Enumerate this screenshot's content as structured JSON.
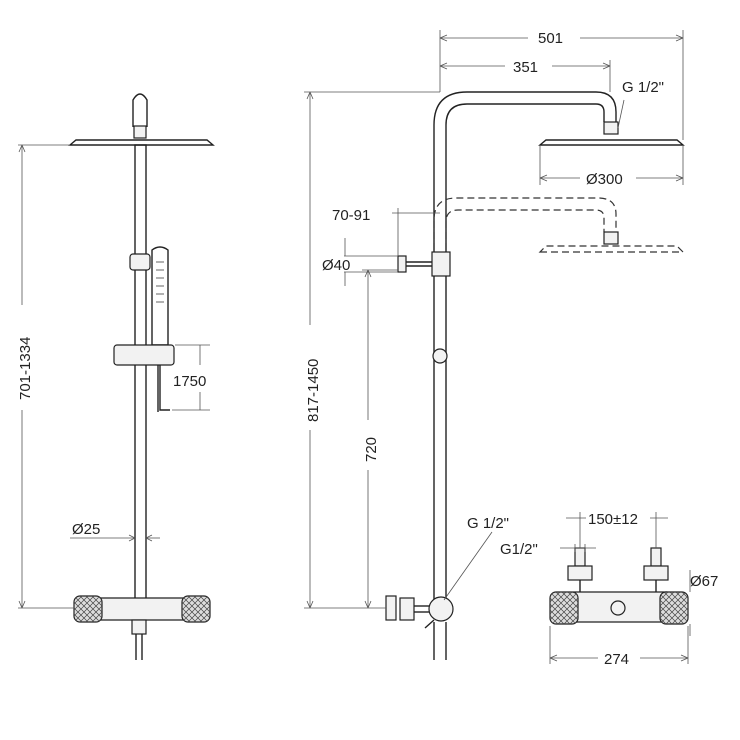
{
  "labels": {
    "height_range_front": "701-1334",
    "hand_shower_height": "1750",
    "pipe_diameter": "Ø25",
    "overall_width": "501",
    "arm_reach": "351",
    "head_connection": "G 1/2\"",
    "head_diameter": "Ø300",
    "wall_offset": "70-91",
    "wall_diameter": "Ø40",
    "height_range_side": "817-1450",
    "mixer_height": "720",
    "inlet_connection": "G 1/2\"",
    "centre_distance": "150±12",
    "mixer_inlet": "G1/2\"",
    "mixer_body_diameter": "Ø67",
    "mixer_width": "274"
  },
  "colors": {
    "line": "#222222",
    "background": "#ffffff"
  }
}
